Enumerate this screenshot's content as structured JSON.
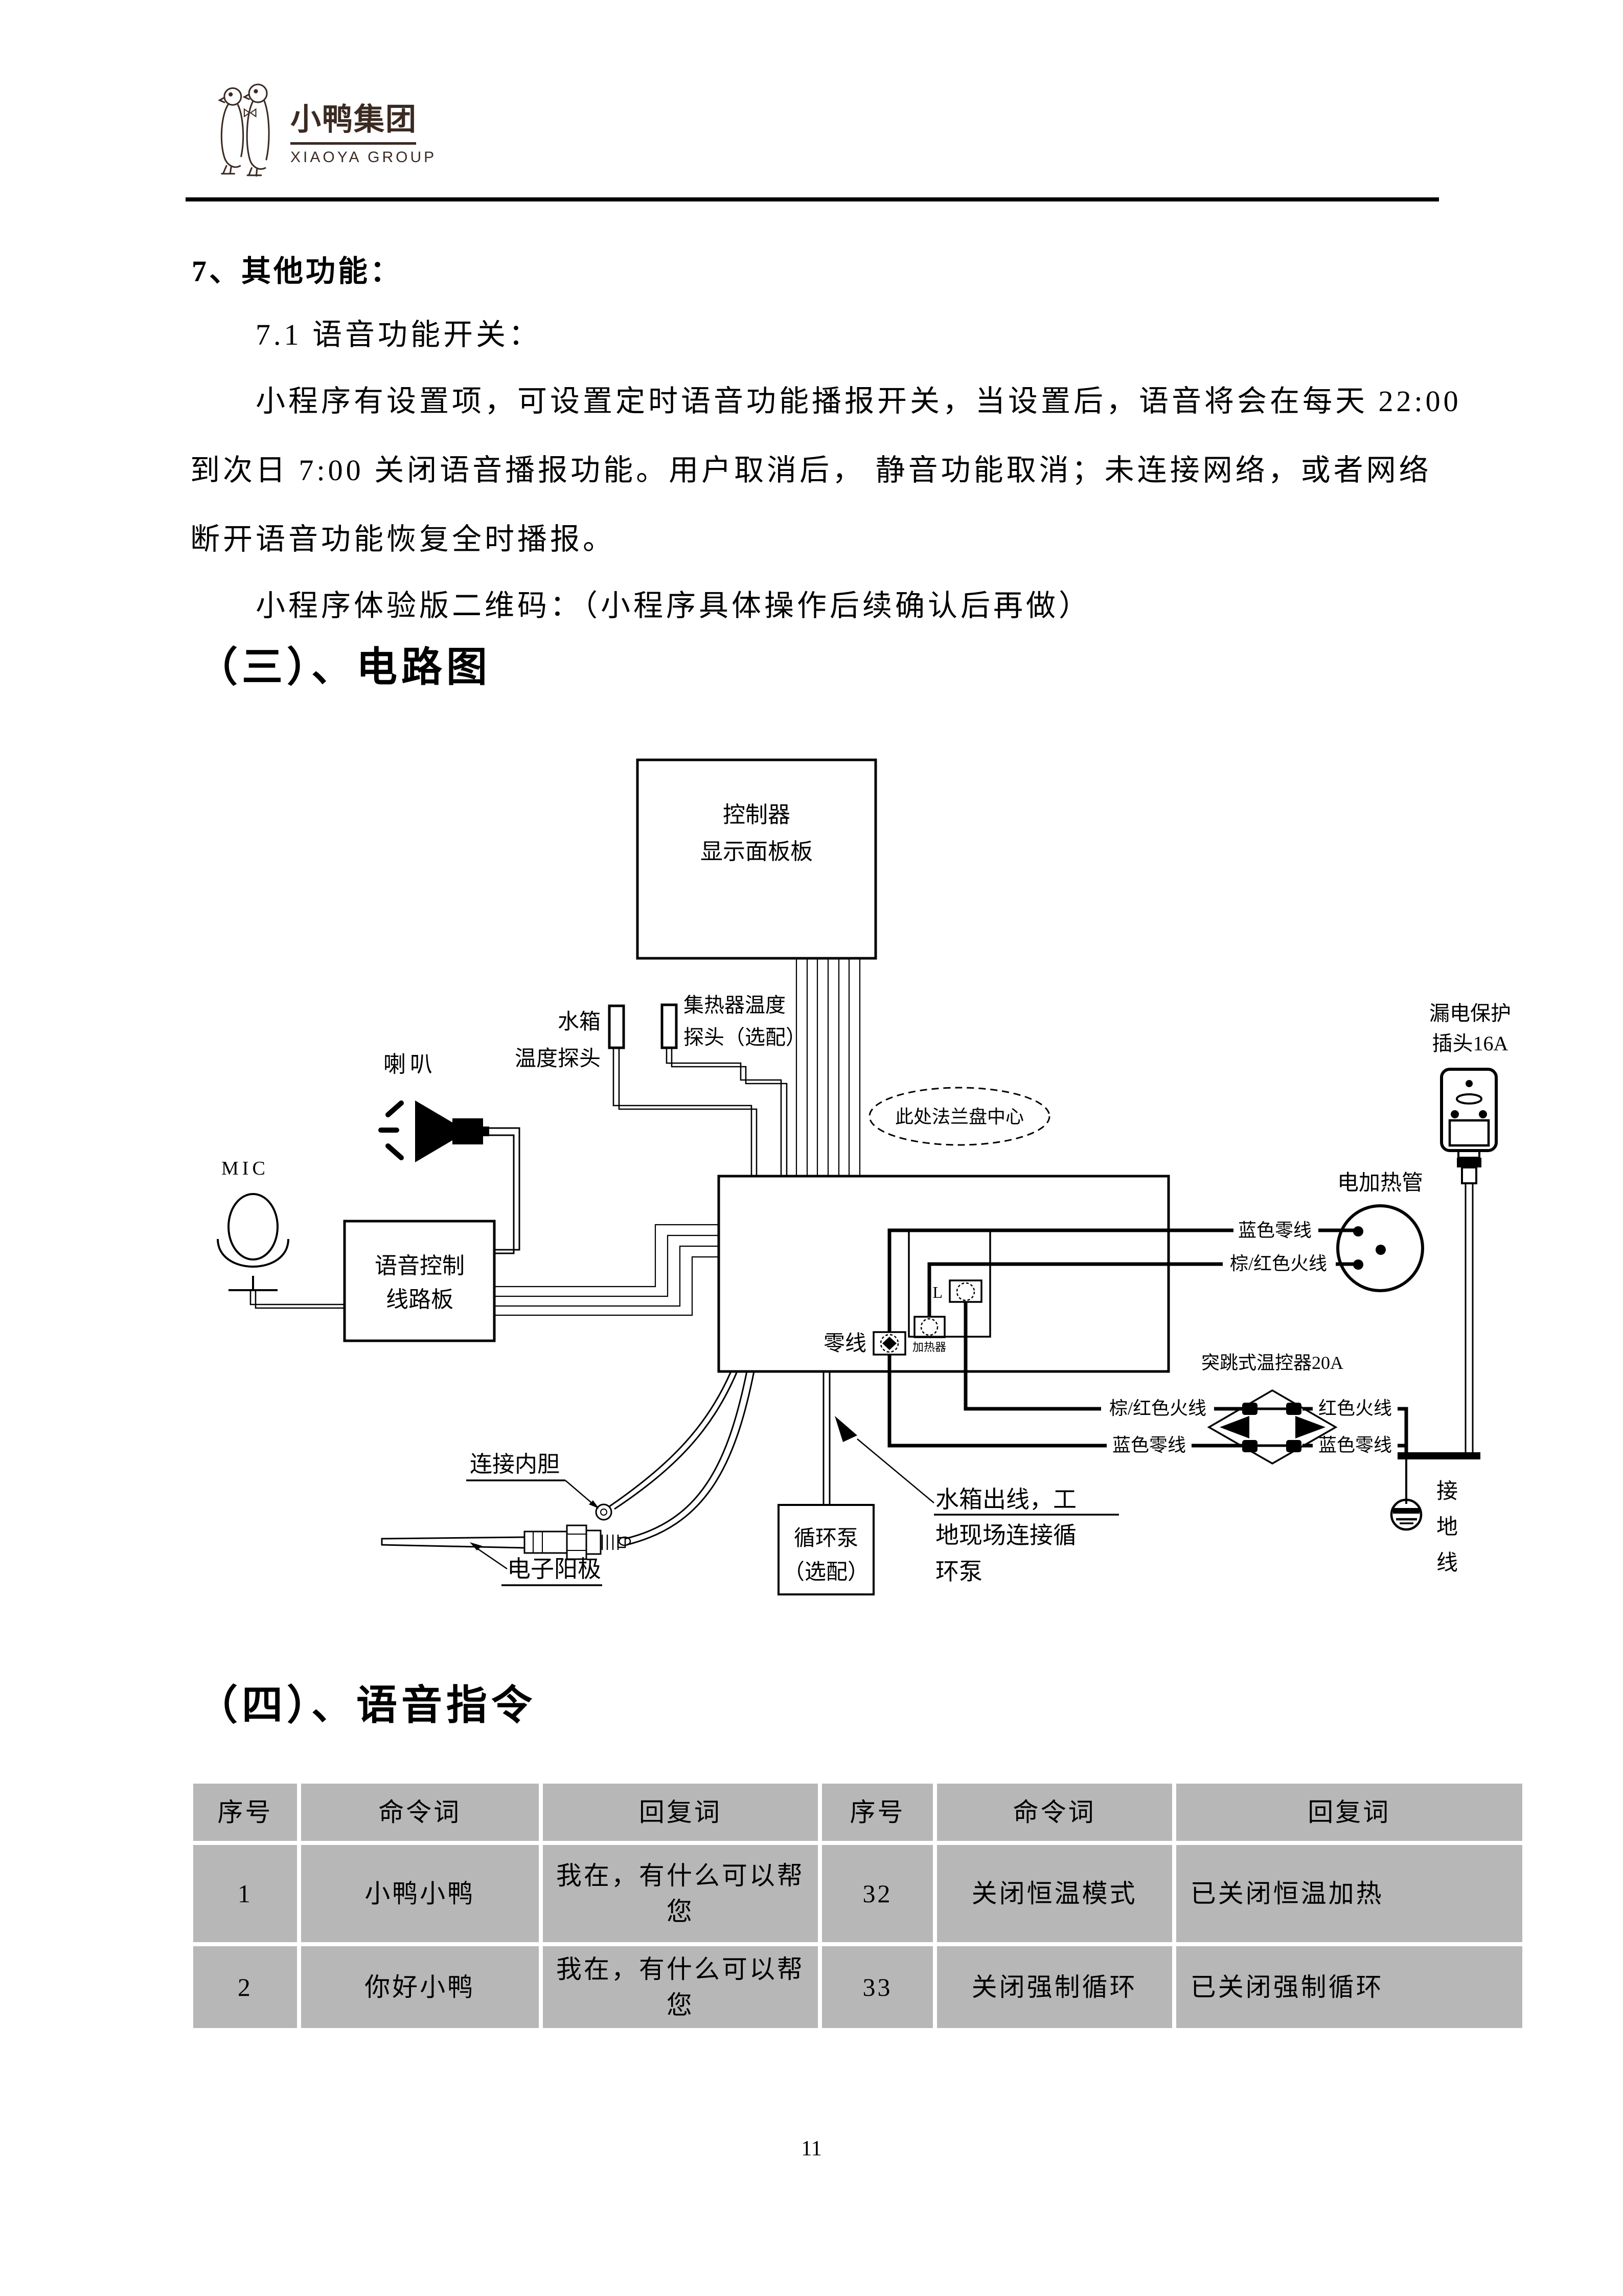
{
  "header": {
    "logo_text": "小鸭集团",
    "logo_subtext": "XIAOYA GROUP"
  },
  "section_other": {
    "heading": "7、其他功能：",
    "subheading": "7.1 语音功能开关：",
    "para_line1": "小程序有设置项，可设置定时语音功能播报开关，当设置后，语音将会在每天 22:00",
    "para_line2": "到次日 7:00 关闭语音播报功能。用户取消后， 静音功能取消；未连接网络，或者网络",
    "para_line3": "断开语音功能恢复全时播报。",
    "qr_note": "小程序体验版二维码：（小程序具体操作后续确认后再做）"
  },
  "section_circuit": {
    "heading": "（三）、电路图"
  },
  "section_voice": {
    "heading": "（四）、语音指令"
  },
  "diagram": {
    "controller_line1": "控制器",
    "controller_line2": "显示面板板",
    "speaker_label": "喇叭",
    "mic_label": "MIC",
    "tank_probe_line1": "水箱",
    "tank_probe_line2": "温度探头",
    "collector_probe_line1": "集热器温度",
    "collector_probe_line2": "探头（选配）",
    "voice_board_line1": "语音控制",
    "voice_board_line2": "线路板",
    "flange_note": "此处法兰盘中心",
    "heater_label": "电加热管",
    "blue_neutral": "蓝色零线",
    "brown_red_live": "棕/红色火线",
    "red_live": "红色火线",
    "neutral_label": "零线",
    "terminal_l": "L",
    "heater_terminal": "加热器",
    "thermostat_label": "突跳式温控器20A",
    "plug_line1": "漏电保护",
    "plug_line2": "插头16A",
    "ground_char1": "接",
    "ground_char2": "地",
    "ground_char3": "线",
    "liner_label": "连接内胆",
    "anode_label": "电子阳极",
    "pump_line1": "循环泵",
    "pump_line2": "（选配）",
    "outlet_line1": "水箱出线，工",
    "outlet_line2": "地现场连接循",
    "outlet_line3": "环泵"
  },
  "voice_table": {
    "headers": [
      "序号",
      "命令词",
      "回复词",
      "序号",
      "命令词",
      "回复词"
    ],
    "rows": [
      [
        "1",
        "小鸭小鸭",
        "我在，有什么可以帮您",
        "32",
        "关闭恒温模式",
        "已关闭恒温加热"
      ],
      [
        "2",
        "你好小鸭",
        "我在，有什么可以帮您",
        "33",
        "关闭强制循环",
        "已关闭强制循环"
      ]
    ]
  },
  "footer": {
    "page_number": "11"
  }
}
